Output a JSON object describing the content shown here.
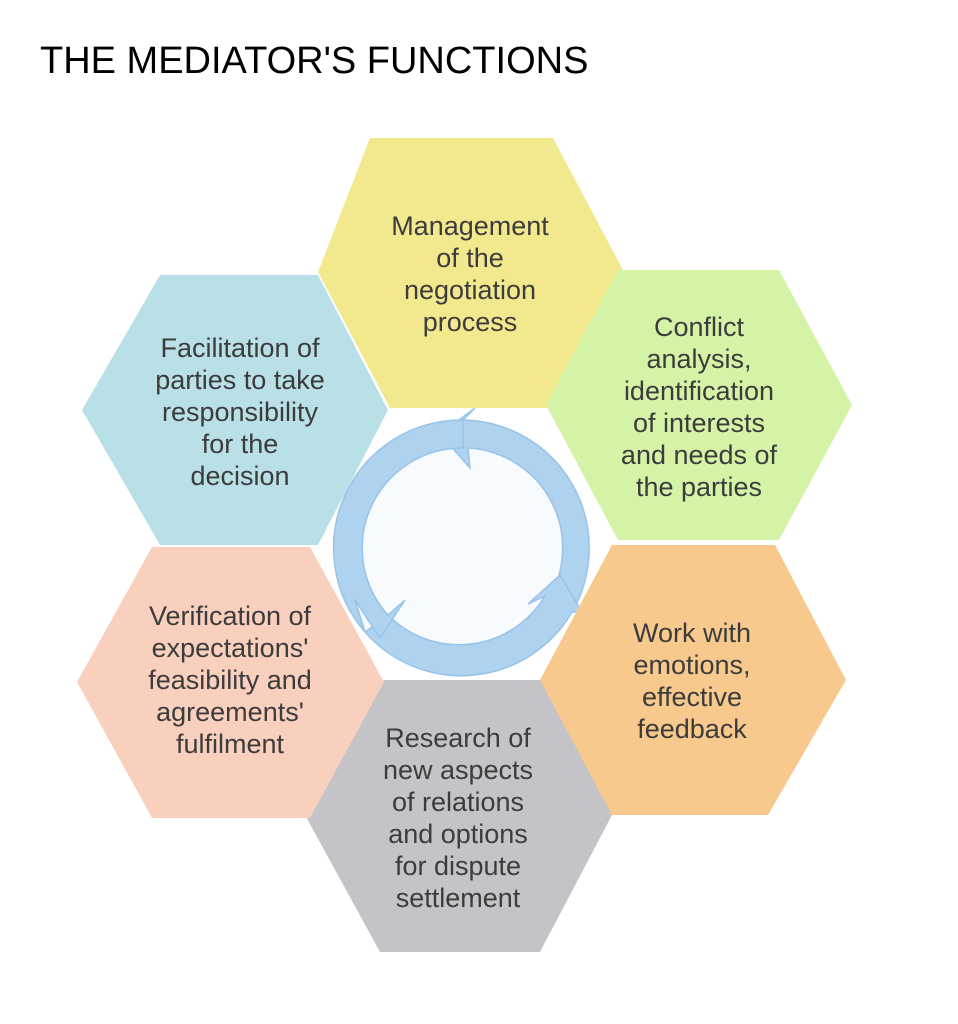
{
  "title": "THE MEDIATOR'S FUNCTIONS",
  "colors": {
    "hex_top": "#f2e98f",
    "hex_top_right": "#d4f3a6",
    "hex_bottom_right": "#f8c98d",
    "hex_bottom": "#c4c3c7",
    "hex_bottom_left": "#f9cfbd",
    "hex_top_left": "#b8e0e6",
    "cycle_arrow": "#a8cfee"
  },
  "hexagons": {
    "top": {
      "lines": [
        "Management",
        "of the",
        "negotiation",
        "process"
      ]
    },
    "top_right": {
      "lines": [
        "Conflict",
        "analysis,",
        "identification",
        "of interests",
        "and needs of",
        "the parties"
      ]
    },
    "bottom_right": {
      "lines": [
        "Work with",
        "emotions,",
        "effective",
        "feedback"
      ]
    },
    "bottom": {
      "lines": [
        "Research of",
        "new aspects",
        "of relations",
        "and options",
        "for dispute",
        "settlement"
      ]
    },
    "bottom_left": {
      "lines": [
        "Verification of",
        "expectations'",
        "feasibility and",
        "agreements'",
        "fulfilment"
      ]
    },
    "top_left": {
      "lines": [
        "Facilitation of",
        "parties to take",
        "responsibility",
        "for the",
        "decision"
      ]
    }
  },
  "center_icon": "circular-cycle-arrows-icon"
}
